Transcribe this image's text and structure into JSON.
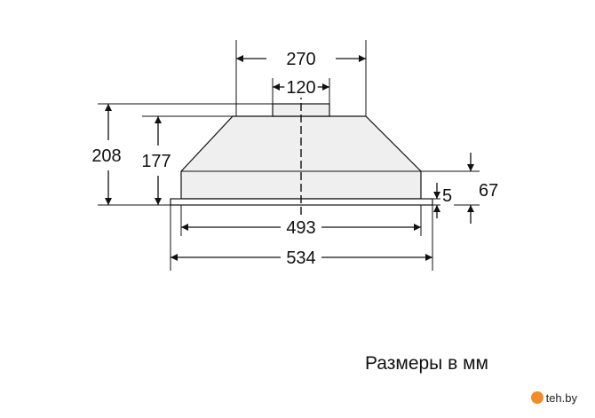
{
  "diagram": {
    "dimensions": {
      "top_width": "270",
      "outlet_width": "120",
      "total_height": "208",
      "body_height": "177",
      "side_height": "67",
      "rim_height": "5",
      "inner_width": "493",
      "outer_width": "534"
    },
    "caption": "Размеры в мм",
    "watermark": "teh.by",
    "colors": {
      "line": "#111111",
      "body_fill": "#efefef",
      "background": "#ffffff",
      "logo": "#f28c28"
    }
  }
}
